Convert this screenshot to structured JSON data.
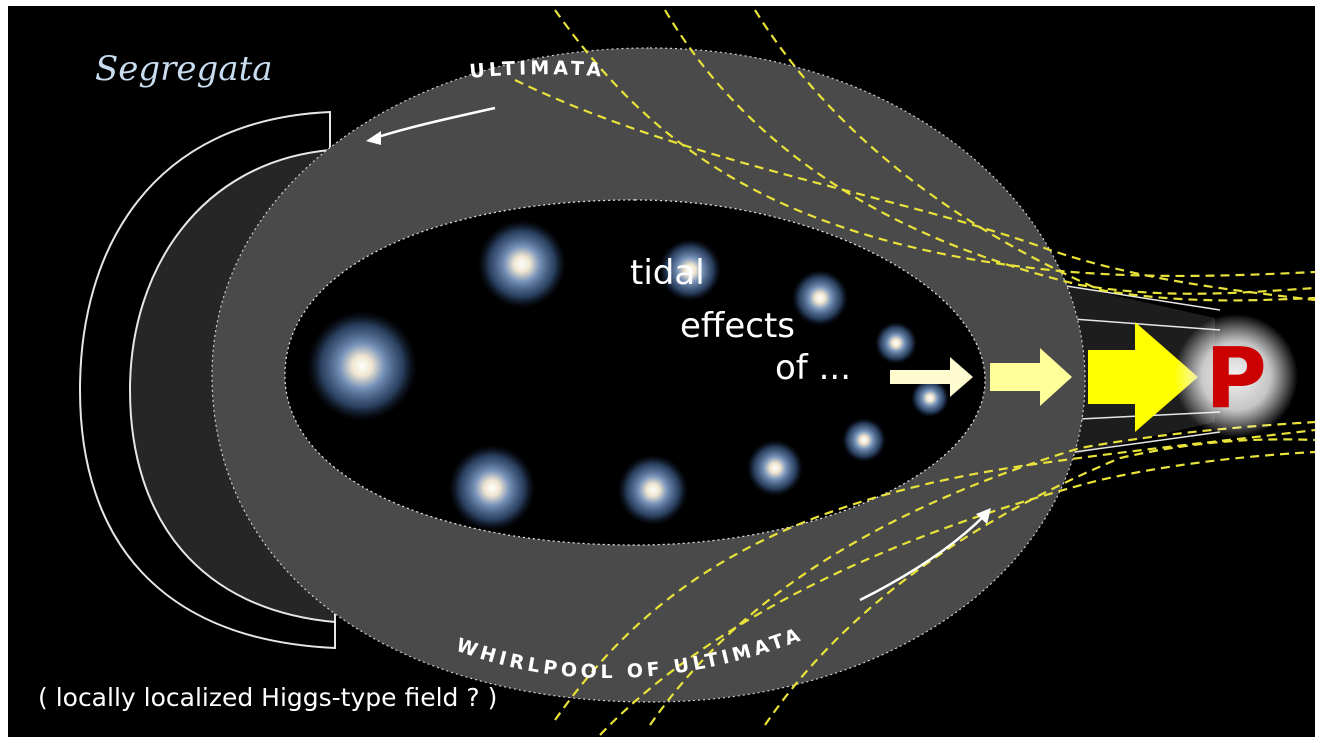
{
  "diagram": {
    "title": "Segregata",
    "tidal_lines": [
      "tidal",
      "effects",
      "of ..."
    ],
    "outer_arc_top": "ULTIMATA",
    "outer_arc_bottom": "WHIRLPOOL OF ULTIMATA",
    "note": "( locally localized Higgs-type field ? )",
    "target_label": "P"
  },
  "colors": {
    "background": "#000000",
    "ring": "#4a4a4a",
    "shell": "#262626",
    "field_lines": "#e8e23a",
    "arrow_yellow": "#ffff00",
    "arrow_pale": "#ffff9a",
    "arrow_white": "#fffbd0",
    "p_red": "#cc0000",
    "title_blue": "#c8dcf0",
    "galaxy_blue": "#9fb8d8"
  }
}
